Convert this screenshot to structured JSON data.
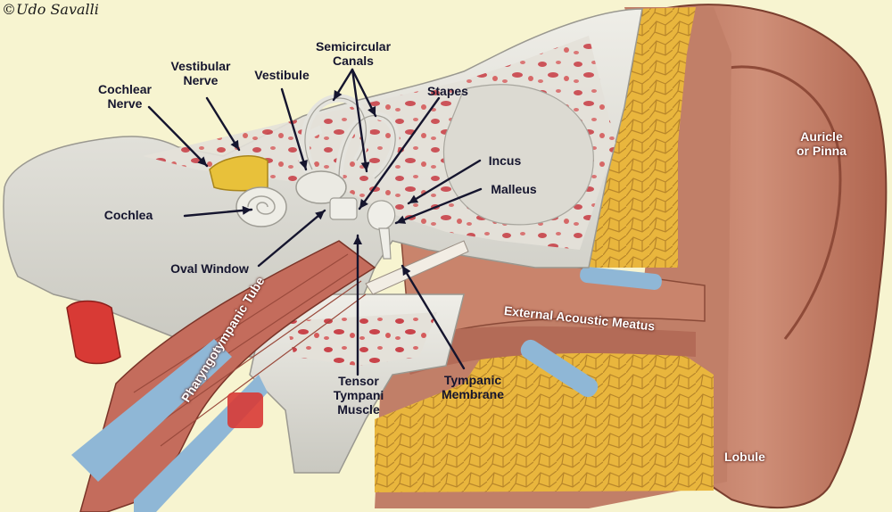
{
  "credit": "©Udo Savalli",
  "labels": {
    "semicircular_canals": "Semicircular\nCanals",
    "vestibular_nerve": "Vestibular\nNerve",
    "cochlear_nerve": "Cochlear\nNerve",
    "vestibule": "Vestibule",
    "stapes": "Stapes",
    "incus": "Incus",
    "malleus": "Malleus",
    "cochlea": "Cochlea",
    "oval_window": "Oval Window",
    "pharyngotympanic_tube": "Pharyngotympanic Tube",
    "external_acoustic_meatus": "External Acoustic Meatus",
    "tensor_tympani_muscle": "Tensor\nTympani\nMuscle",
    "tympanic_membrane": "Tympanic\nMembrane",
    "auricle": "Auricle\nor Pinna",
    "lobule": "Lobule"
  },
  "colors": {
    "background": "#f7f4d0",
    "bone": "#e2e0d8",
    "skin": "#c98a75",
    "fat": "#e9b63d",
    "muscle": "#c46c5c",
    "artery": "#d83a35",
    "nerve": "#e8c13a",
    "cartilage": "#8fb7d6",
    "leader_line": "#15152e"
  }
}
